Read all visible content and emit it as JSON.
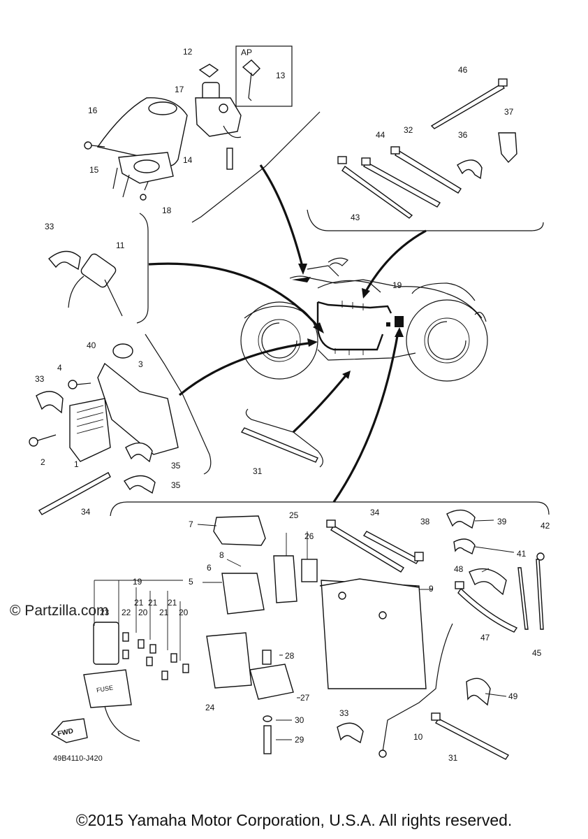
{
  "watermark": "© Partzilla.com",
  "copyright": "©2015 Yamaha Motor Corporation, U.S.A. All rights reserved.",
  "diagram_code": "49B4110-J420",
  "ap_label": "AP",
  "fwd_label": "FWD",
  "fuse_label": "FUSE",
  "callouts": {
    "c1": "1",
    "c2": "2",
    "c3": "3",
    "c4": "4",
    "c5": "5",
    "c6": "6",
    "c7": "7",
    "c8": "8",
    "c9": "9",
    "c10": "10",
    "c11": "11",
    "c12": "12",
    "c13": "13",
    "c14": "14",
    "c15": "15",
    "c16": "16",
    "c17": "17",
    "c18": "18",
    "c19a": "19",
    "c19b": "19",
    "c20a": "20",
    "c20b": "20",
    "c21a": "21",
    "c21b": "21",
    "c21c": "21",
    "c21d": "21",
    "c22": "22",
    "c23": "23",
    "c24": "24",
    "c25": "25",
    "c26": "26",
    "c27": "27",
    "c28": "28",
    "c29": "29",
    "c30": "30",
    "c31a": "31",
    "c31b": "31",
    "c32": "32",
    "c33a": "33",
    "c33b": "33",
    "c33c": "33",
    "c34a": "34",
    "c34b": "34",
    "c35a": "35",
    "c35b": "35",
    "c36": "36",
    "c37": "37",
    "c38": "38",
    "c39": "39",
    "c40": "40",
    "c41": "41",
    "c42": "42",
    "c43": "43",
    "c44": "44",
    "c45": "45",
    "c46": "46",
    "c47": "47",
    "c48": "48",
    "c49": "49"
  }
}
